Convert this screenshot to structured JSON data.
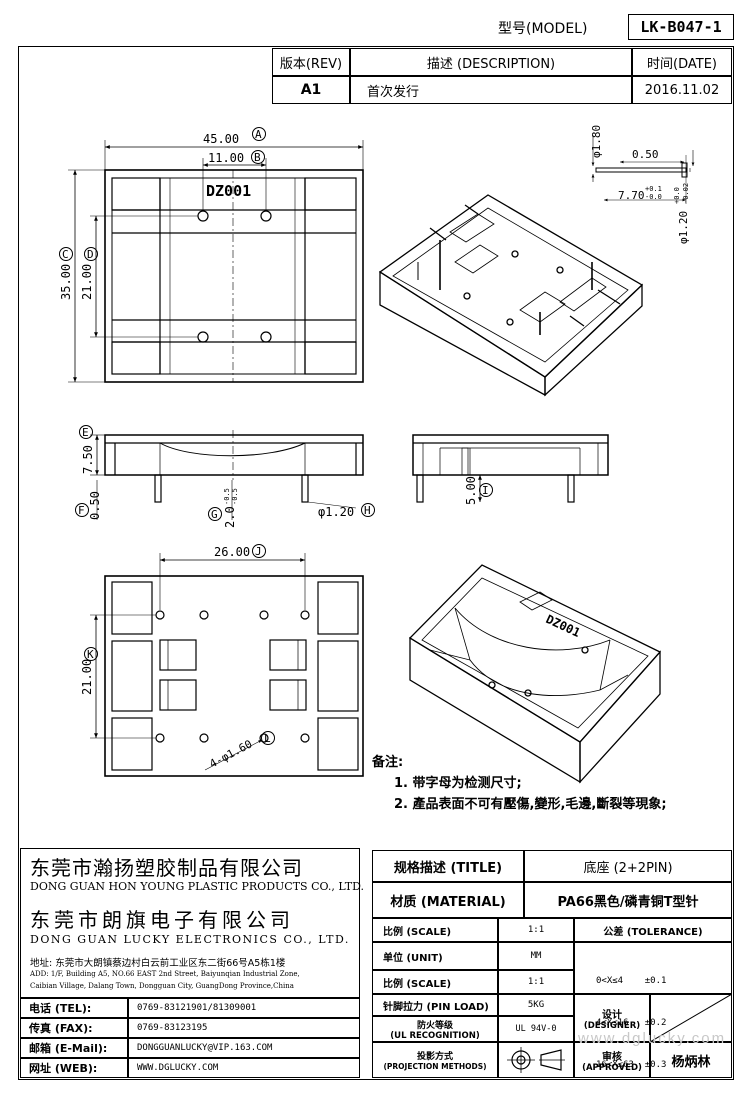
{
  "header": {
    "model_label": "型号(MODEL)",
    "model_value": "LK-B047-1",
    "rev_label": "版本(REV)",
    "desc_label": "描述 (DESCRIPTION)",
    "date_label": "时间(DATE)",
    "rev_value": "A1",
    "desc_value": "首次发行",
    "date_value": "2016.11.02"
  },
  "dims": {
    "d45": "45.00",
    "d11": "11.00",
    "d35": "35.00",
    "d21a": "21.00",
    "logo": "DZ001",
    "pin_dia": "φ1.80",
    "pin_050": "0.50",
    "pin_770": "7.70",
    "pin_770_tol_top": "+0.1",
    "pin_770_tol_bot": "-0.0",
    "pin_120": "φ1.20",
    "pin_120_tol_top": "+0.0",
    "pin_120_tol_bot": "-0.02",
    "d750": "7.50",
    "d050": "0.50",
    "d20": "2.0",
    "d20_tol_top": "-0.5",
    "d20_tol_bot": "-0.5",
    "d120h": "φ1.20",
    "d500": "5.00",
    "d26": "26.00",
    "d21b": "21.00",
    "d160": "4-φ1.60",
    "logo2": "DZ001"
  },
  "labels": {
    "A": "A",
    "B": "B",
    "C": "C",
    "D": "D",
    "E": "E",
    "F": "F",
    "G": "G",
    "H": "H",
    "I": "I",
    "J": "J",
    "K": "K",
    "L": "L"
  },
  "notes": {
    "title": "备注:",
    "n1": "1. 带字母为检测尺寸;",
    "n2": "2. 產品表面不可有壓傷,變形,毛邊,斷裂等現象;"
  },
  "company": {
    "name1_cn": "东莞市瀚扬塑胶制品有限公司",
    "name1_en": "DONG GUAN HON YOUNG PLASTIC PRODUCTS CO., LTD.",
    "name2_cn": "东莞市朗旗电子有限公司",
    "name2_en": "DONG GUAN LUCKY ELECTRONICS CO., LTD.",
    "addr_cn": "地址: 东莞市大朗镇蔡边村白云前工业区东二街66号A5栋1楼",
    "addr_en1": "ADD: 1/F, Building A5, NO.66 EAST 2nd Street, Baiyunqian Industrial Zone,",
    "addr_en2": "Caibian Village, Dalang Town, Dongguan City, GuangDong Province,China",
    "tel_label": "电话 (TEL):",
    "tel_value": "0769-83121901/81309001",
    "fax_label": "传真 (FAX):",
    "fax_value": "0769-83123195",
    "email_label": "邮箱 (E-Mail):",
    "email_value": "DONGGUANLUCKY@VIP.163.COM",
    "web_label": "网址 (WEB):",
    "web_value": "WWW.DGLUCKY.COM"
  },
  "titleblock": {
    "title_label": "规格描述 (TITLE)",
    "title_value": "底座 (2+2PIN)",
    "material_label": "材质 (MATERIAL)",
    "material_value": "PA66黑色/磷青铜T型针",
    "scale_label": "比例 (SCALE)",
    "scale_value": "1:1",
    "tol_label": "公差 (TOLERANCE)",
    "unit_label": "单位 (UNIT)",
    "unit_value": "MM",
    "tol1": "0<X≤4    ±0.1",
    "tol2": "4<X≤16   ±0.2",
    "tol3": "16<X≤63  ±0.3",
    "scale2_label": "比例 (SCALE)",
    "scale2_value": "1:1",
    "pin_label": "针脚拉力 (PIN LOAD)",
    "pin_value": "5KG",
    "designer_label": "设计",
    "designer_label_en": "(DESIGNER)",
    "ul_label": "防火等级",
    "ul_label_en": "(UL RECOGNITION)",
    "ul_value": "UL 94V-0",
    "approved_label": "审核",
    "approved_label_en": "(APPROVED)",
    "approved_value": "杨炳林",
    "proj_label": "投影方式",
    "proj_label_en": "(PROJECTION METHODS)",
    "watermark": "www.dglucky.com"
  }
}
